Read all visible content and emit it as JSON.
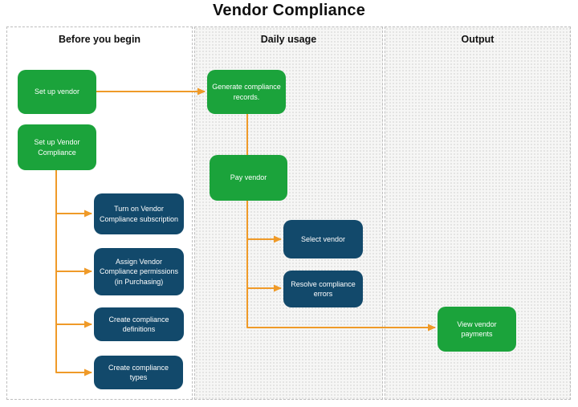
{
  "title": "Vendor Compliance",
  "columns": [
    {
      "id": "before-you-begin",
      "label": "Before you begin"
    },
    {
      "id": "daily-usage",
      "label": "Daily usage"
    },
    {
      "id": "output",
      "label": "Output"
    }
  ],
  "nodes": [
    {
      "id": "set-up-vendor",
      "label": "Set up vendor",
      "type": "green",
      "column": "Before you begin"
    },
    {
      "id": "set-up-vendor-compliance",
      "label": "Set up Vendor Compliance",
      "type": "green",
      "column": "Before you begin"
    },
    {
      "id": "turn-on-vendor-compliance-subscription",
      "label": "Turn on Vendor Compliance subscription",
      "type": "navy",
      "column": "Before you begin"
    },
    {
      "id": "assign-vendor-compliance-permissions",
      "label": "Assign Vendor Compliance permissions (in Purchasing)",
      "type": "navy",
      "column": "Before you begin"
    },
    {
      "id": "create-compliance-definitions",
      "label": "Create compliance definitions",
      "type": "navy",
      "column": "Before you begin"
    },
    {
      "id": "create-compliance-types",
      "label": "Create compliance types",
      "type": "navy",
      "column": "Before you begin"
    },
    {
      "id": "generate-compliance-records",
      "label": "Generate compliance records.",
      "type": "green",
      "column": "Daily usage"
    },
    {
      "id": "pay-vendor",
      "label": "Pay vendor",
      "type": "green",
      "column": "Daily usage"
    },
    {
      "id": "select-vendor",
      "label": "Select vendor",
      "type": "navy",
      "column": "Daily usage"
    },
    {
      "id": "resolve-compliance-errors",
      "label": "Resolve compliance errors",
      "type": "navy",
      "column": "Daily usage"
    },
    {
      "id": "view-vendor-payments",
      "label": "View vendor payments",
      "type": "green",
      "column": "Output"
    }
  ],
  "edges": [
    {
      "from": "set-up-vendor",
      "to": "generate-compliance-records"
    },
    {
      "from": "set-up-vendor-compliance",
      "to": "turn-on-vendor-compliance-subscription"
    },
    {
      "from": "set-up-vendor-compliance",
      "to": "assign-vendor-compliance-permissions"
    },
    {
      "from": "set-up-vendor-compliance",
      "to": "create-compliance-definitions"
    },
    {
      "from": "set-up-vendor-compliance",
      "to": "create-compliance-types"
    },
    {
      "from": "generate-compliance-records",
      "to": "pay-vendor"
    },
    {
      "from": "pay-vendor",
      "to": "select-vendor"
    },
    {
      "from": "pay-vendor",
      "to": "resolve-compliance-errors"
    },
    {
      "from": "pay-vendor",
      "to": "view-vendor-payments"
    }
  ],
  "colors": {
    "green_node": "#1BA33B",
    "navy_node": "#12496B",
    "arrow": "#EF9A28",
    "node_text": "#FFFFFF",
    "title_text": "#101010"
  }
}
